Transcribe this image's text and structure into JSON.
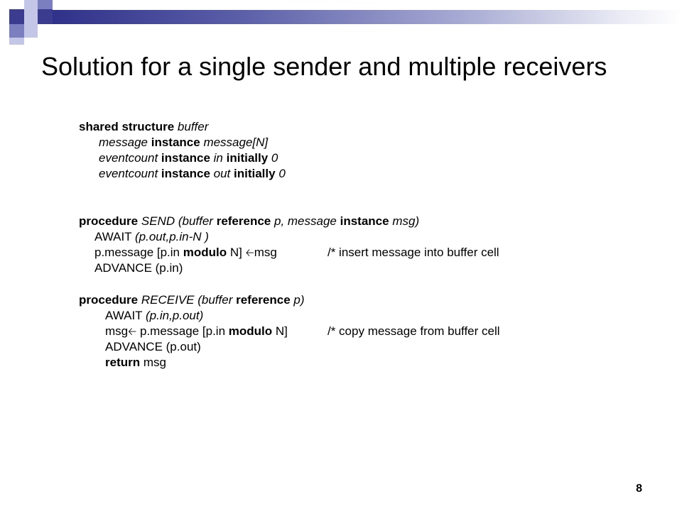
{
  "slide": {
    "title": "Solution for a single sender and multiple receivers",
    "page_number": "8",
    "colors": {
      "accent_dark": "#3b3c8f",
      "accent_mid": "#7b7fc0",
      "accent_light": "#c3c6e6"
    }
  },
  "code": {
    "structure": {
      "l1": {
        "kw": "shared structure",
        "name": "buffer"
      },
      "l2": {
        "type": "message",
        "kw": "instance",
        "name": "message[N]"
      },
      "l3": {
        "type": "eventcount",
        "kw": "instance",
        "name": "in",
        "kw2": "initially",
        "val": "0"
      },
      "l4": {
        "type": "eventcount",
        "kw": "instance",
        "name": "out",
        "kw2": "initially",
        "val": "0"
      }
    },
    "send": {
      "header": {
        "kw": "procedure",
        "a": "SEND (buffer",
        "kw2": "reference",
        "b": "p, message",
        "kw3": "instance",
        "c": "msg)"
      },
      "await": {
        "plain": "AWAIT",
        "args": "(p.out,p.in-N )"
      },
      "assign": {
        "a": "p.message [p.in",
        "kw": "modulo",
        "b": "N]",
        "arrow": "🡠",
        "c": "msg",
        "comment": "/* insert message into buffer cell"
      },
      "advance": "ADVANCE (p.in)"
    },
    "receive": {
      "header": {
        "kw": "procedure",
        "a": "RECEIVE (buffer",
        "kw2": "reference",
        "b": "p)"
      },
      "await": {
        "plain": "AWAIT",
        "args": "(p.in,p.out)"
      },
      "assign": {
        "a": "msg",
        "arrow": "🡠",
        "b": " p.message [p.in",
        "kw": "modulo",
        "c": "N]",
        "comment": "/* copy message from buffer cell"
      },
      "advance": "ADVANCE (p.out)",
      "return": {
        "kw": "return",
        "val": "msg"
      }
    }
  }
}
